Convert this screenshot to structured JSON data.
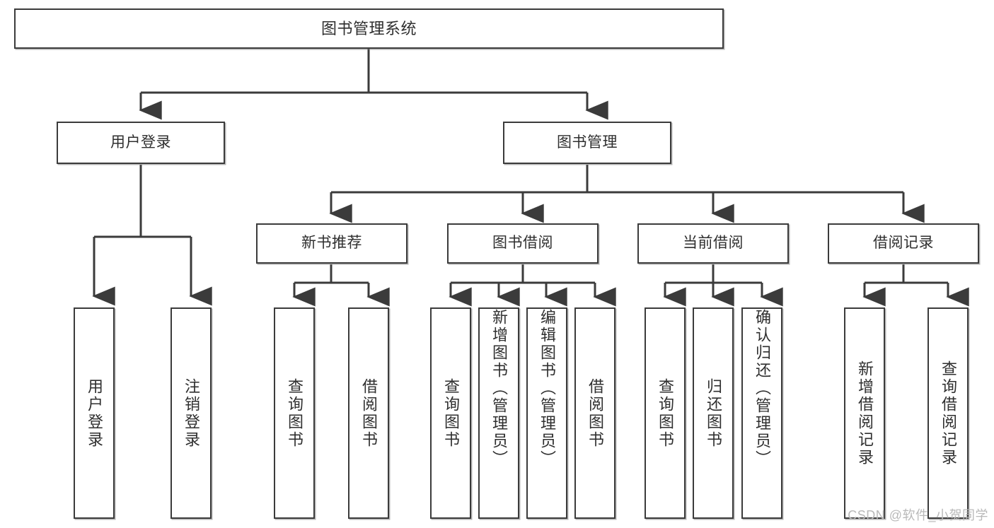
{
  "diagram": {
    "title": "图书管理系统",
    "type": "tree-hierarchy",
    "watermark": "CSDN @软件_小贺同学",
    "colors": {
      "border": "#3b3b3b",
      "text": "#2f2f2f",
      "background": "#ffffff",
      "edge": "#3b3b3b",
      "watermark": "#b9b9b9"
    },
    "nodes": {
      "root": {
        "label": "图书管理系统"
      },
      "level2": [
        {
          "id": "user-login",
          "label": "用户登录"
        },
        {
          "id": "book-manage",
          "label": "图书管理"
        }
      ],
      "level3": [
        {
          "id": "new-book-rec",
          "label": "新书推荐"
        },
        {
          "id": "book-borrow",
          "label": "图书借阅"
        },
        {
          "id": "current-borrow",
          "label": "当前借阅"
        },
        {
          "id": "borrow-record",
          "label": "借阅记录"
        }
      ],
      "leaves": {
        "user-login": [
          {
            "id": "leaf-user-login",
            "label": "用户登录"
          },
          {
            "id": "leaf-logout",
            "label": "注销登录"
          }
        ],
        "new-book-rec": [
          {
            "id": "leaf-query-book-1",
            "label": "查询图书"
          },
          {
            "id": "leaf-borrow-book-1",
            "label": "借阅图书"
          }
        ],
        "book-borrow": [
          {
            "id": "leaf-query-book-2",
            "label": "查询图书"
          },
          {
            "id": "leaf-add-book",
            "label": "新增图书（管理员）"
          },
          {
            "id": "leaf-edit-book",
            "label": "编辑图书（管理员）"
          },
          {
            "id": "leaf-borrow-book-2",
            "label": "借阅图书"
          }
        ],
        "current-borrow": [
          {
            "id": "leaf-query-book-3",
            "label": "查询图书"
          },
          {
            "id": "leaf-return-book",
            "label": "归还图书"
          },
          {
            "id": "leaf-confirm-return",
            "label": "确认归还（管理员）"
          }
        ],
        "borrow-record": [
          {
            "id": "leaf-add-record",
            "label": "新增借阅记录"
          },
          {
            "id": "leaf-query-record",
            "label": "查询借阅记录"
          }
        ]
      }
    }
  }
}
